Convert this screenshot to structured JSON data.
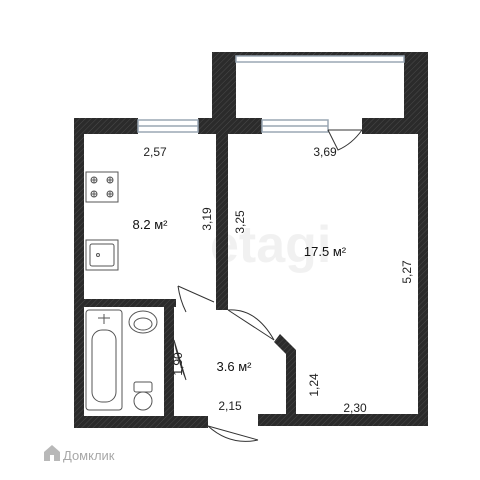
{
  "plan": {
    "rooms": {
      "kitchen": {
        "area": "8.2 м²"
      },
      "living": {
        "area": "17.5 м²"
      },
      "hall": {
        "area": "3.6 м²"
      }
    },
    "dimensions": {
      "kitchen_width": "2,57",
      "kitchen_depth": "3,19",
      "living_top": "3,69",
      "living_inner": "3,25",
      "living_right": "5,27",
      "living_bottom": "2,30",
      "living_step": "1,24",
      "hall_width": "2,15",
      "bath_depth": "1,90"
    },
    "watermark": "etagi",
    "logo": "Домклик",
    "colors": {
      "wall": "#2b2b2b",
      "window": "#9aa7b4",
      "fixture": "#555555"
    }
  }
}
